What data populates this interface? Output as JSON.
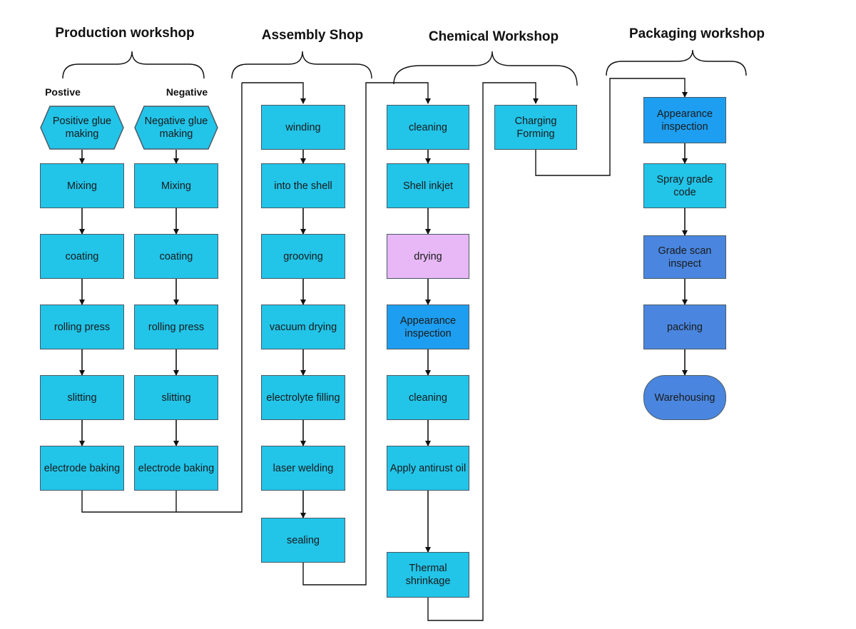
{
  "sections": {
    "production": "Production workshop",
    "assembly": "Assembly Shop",
    "chemical": "Chemical Workshop",
    "packaging": "Packaging workshop"
  },
  "sublabels": {
    "positive": "Postive",
    "negative": "Negative"
  },
  "production": {
    "positive": [
      "Positive glue making",
      "Mixing",
      "coating",
      "rolling press",
      "slitting",
      "electrode baking"
    ],
    "negative": [
      "Negative glue making",
      "Mixing",
      "coating",
      "rolling press",
      "slitting",
      "electrode baking"
    ]
  },
  "assembly": [
    "winding",
    "into the shell",
    "grooving",
    "vacuum drying",
    "electrolyte filling",
    "laser welding",
    "sealing"
  ],
  "chemical": [
    "cleaning",
    "Shell inkjet",
    "drying",
    "Appearance inspection",
    "cleaning",
    "Apply antirust oil",
    "Thermal shrinkage"
  ],
  "charging": "Charging Forming",
  "packaging": [
    "Appearance inspection",
    "Spray grade code",
    "Grade scan inspect",
    "packing",
    "Warehousing"
  ],
  "colors": {
    "cyan": "#22c4e8",
    "purple": "#e7b8f5",
    "blue": "#1e9ef0",
    "royal": "#4a86df",
    "line": "#111111"
  }
}
